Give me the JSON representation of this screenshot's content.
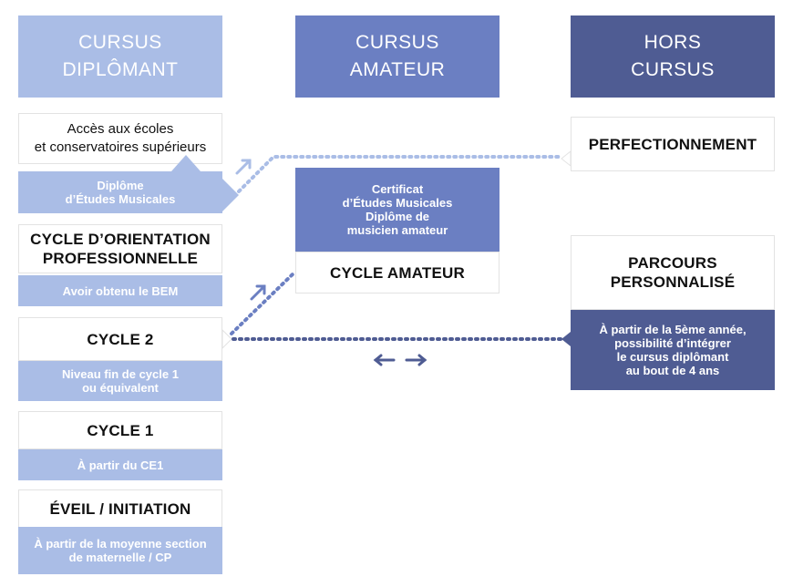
{
  "columns": {
    "diplomant": "CURSUS\nDIPLÔMANT",
    "amateur": "CURSUS\nAMATEUR",
    "hors": "HORS\nCURSUS"
  },
  "diplomant": {
    "acces": "Accès aux écoles\net conservatoires supérieurs",
    "dem": "Diplôme\nd’Études Musicales",
    "orientation": "CYCLE D’ORIENTATION\nPROFESSIONNELLE",
    "orientation_req": "Avoir obtenu le BEM",
    "cycle2": "CYCLE 2",
    "cycle2_req": "Niveau fin de cycle 1\nou équivalent",
    "cycle1": "CYCLE 1",
    "cycle1_req": "À partir du CE1",
    "eveil": "ÉVEIL / INITIATION",
    "eveil_req": "À partir de la moyenne section\nde maternelle / CP"
  },
  "amateur": {
    "certificat": "Certificat\nd’Études Musicales\nDiplôme de\nmusicien amateur",
    "cycle": "CYCLE AMATEUR"
  },
  "hors": {
    "perfectionnement": "PERFECTIONNEMENT",
    "parcours": "PARCOURS\nPERSONNALISÉ",
    "parcours_desc": "À partir de la 5ème année,\npossibilité d’intégrer\nle cursus diplômant\nau bout de 4 ans"
  },
  "colors": {
    "light": "#aabde6",
    "mid": "#6b7fc2",
    "dark": "#4f5c93"
  }
}
